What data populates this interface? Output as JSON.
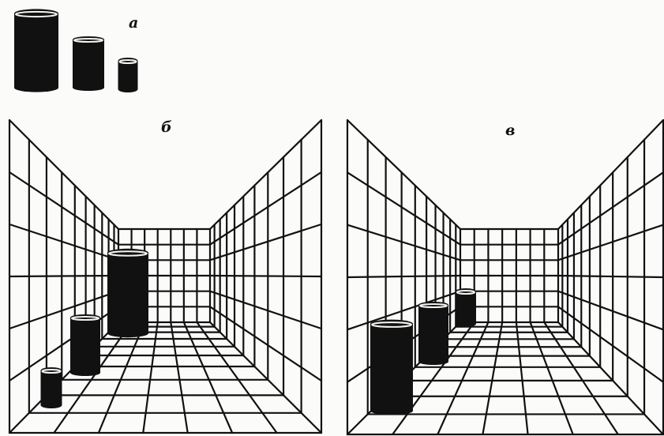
{
  "figure": {
    "labels": {
      "a": "а",
      "b": "б",
      "v": "в"
    },
    "colors": {
      "ink": "#111111",
      "paper": "#fbfbfa",
      "highlight": "#f4f4f0"
    }
  }
}
